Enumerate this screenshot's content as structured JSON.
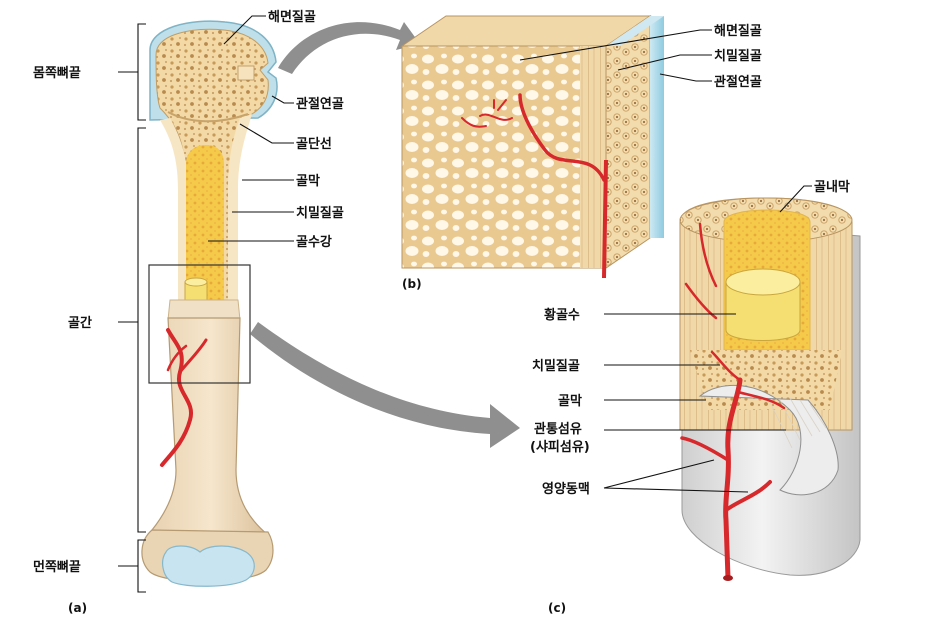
{
  "labels": {
    "epiphysis_proximal": "몸쪽뼈끝",
    "diaphysis": "골간",
    "epiphysis_distal": "먼쪽뼈끝",
    "spongy_bone": "해면질골",
    "articular_cartilage": "관절연골",
    "epiphyseal_line": "골단선",
    "periosteum": "골막",
    "compact_bone": "치밀질골",
    "medullary_cavity": "골수강",
    "endosteum": "골내막",
    "yellow_marrow": "황골수",
    "perforating_fibers_1": "관통섬유",
    "perforating_fibers_2": "(샤피섬유)",
    "nutrient_artery": "영양동맥"
  },
  "captions": {
    "a": "(a)",
    "b": "(b)",
    "c": "(c)"
  },
  "colors": {
    "bone": "#f3d9a5",
    "bone_dark": "#d8b578",
    "cartilage": "#bfe0ea",
    "marrow": "#f6df72",
    "artery": "#d7282c",
    "periosteum": "#e6e2dc",
    "arrow": "#8f8f8f"
  }
}
